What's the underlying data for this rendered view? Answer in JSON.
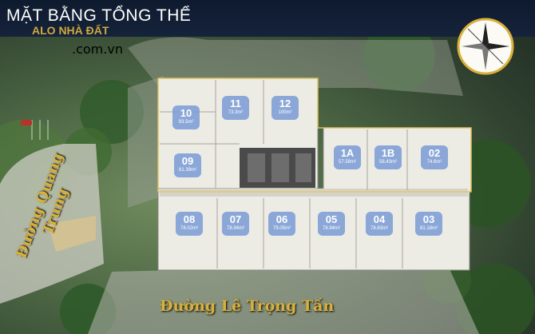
{
  "header": {
    "title": "MẶT BẰNG TỔNG THỂ",
    "watermark": "ALO NHÀ ĐẤT",
    "watermark_sub": ".com.vn"
  },
  "roads": {
    "left": "Đường Quang Trung",
    "bottom": "Đường Lê Trọng Tấn"
  },
  "units": [
    {
      "id": "10",
      "area": "93.5m²"
    },
    {
      "id": "11",
      "area": "73.3m²"
    },
    {
      "id": "12",
      "area": "100m²"
    },
    {
      "id": "09",
      "area": "61.39m²"
    },
    {
      "id": "1A",
      "area": "57.58m²"
    },
    {
      "id": "1B",
      "area": "58.43m²"
    },
    {
      "id": "02",
      "area": "74.6m²"
    },
    {
      "id": "08",
      "area": "78.02m²"
    },
    {
      "id": "07",
      "area": "78.94m²"
    },
    {
      "id": "06",
      "area": "79.05m²"
    },
    {
      "id": "05",
      "area": "78.94m²"
    },
    {
      "id": "04",
      "area": "78.83m²"
    },
    {
      "id": "03",
      "area": "81.18m²"
    }
  ],
  "colors": {
    "header": "#0e1a2e",
    "badge": "#7a9bd6",
    "road_text": "#d9b13a",
    "highlight": "#e6c55a"
  },
  "icons": [
    "compass-rose-icon"
  ]
}
